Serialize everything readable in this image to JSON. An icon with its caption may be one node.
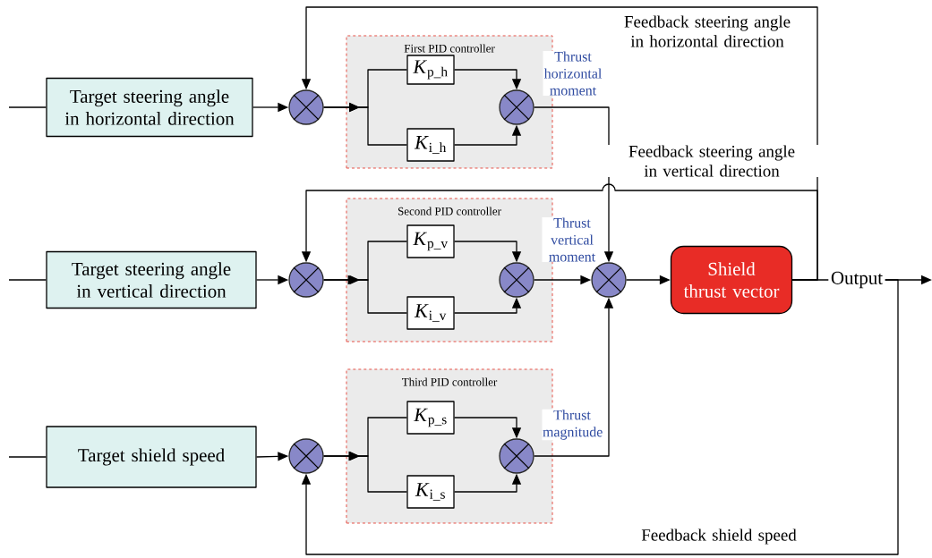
{
  "diagram": {
    "nodes": [
      {
        "text": [
          "Target steering angle in horizontal direction"
        ]
      },
      {
        "text": [],
        "shape": "circle"
      },
      {
        "text": [
          "First PID controller"
        ]
      },
      {
        "text": [
          "*K*$_{p_h}$"
        ],
        "in": 2
      },
      {
        "text": [
          "*K*$_{i_h}$"
        ],
        "in": 2
      },
      {
        "text": [],
        "shape": "circle",
        "in": 2
      },
      {
        "text": [
          "Target steering angle in vertical direction"
        ]
      },
      {
        "text": [],
        "shape": "circle"
      },
      {
        "text": [
          "Second PID controller"
        ]
      },
      {
        "text": [
          "*K*$_{p_v}$"
        ],
        "in": 8
      },
      {
        "text": [
          "*K*$_{i_v}$"
        ],
        "in": 8
      },
      {
        "text": [],
        "shape": "circle",
        "in": 8
      },
      {
        "text": [
          "Target shield speed"
        ]
      },
      {
        "text": [],
        "shape": "circle"
      },
      {
        "text": [
          "Third PID controller"
        ]
      },
      {
        "text": [
          "*K*$_{p_s}$"
        ],
        "in": 14
      },
      {
        "text": [
          "*K*$_{i_s}$"
        ],
        "in": 14
      },
      {
        "text": [],
        "shape": "circle",
        "in": 14
      },
      {
        "text": [],
        "shape": "circle"
      },
      {
        "text": [
          "Shield thrust vector"
        ]
      },
      {
        "text": [
          "Output"
        ]
      }
    ],
    "edges": [
      {
        "from": null,
        "to": 0,
        "arrow": "none"
      },
      {
        "from": 0,
        "to": 1,
        "arrow": "to"
      },
      {
        "from": 1,
        "to": 3,
        "arrow": "to"
      },
      {
        "from": 1,
        "to": 4,
        "arrow": "to"
      },
      {
        "from": 3,
        "to": 5,
        "arrow": "to"
      },
      {
        "from": 4,
        "to": 5,
        "arrow": "to"
      },
      {
        "from": 5,
        "to": 18,
        "arrow": "to",
        "label": "Thrust horizontal moment"
      },
      {
        "from": null,
        "to": 6,
        "arrow": "none"
      },
      {
        "from": 6,
        "to": 7,
        "arrow": "to"
      },
      {
        "from": 7,
        "to": 9,
        "arrow": "to"
      },
      {
        "from": 7,
        "to": 10,
        "arrow": "to"
      },
      {
        "from": 9,
        "to": 11,
        "arrow": "to"
      },
      {
        "from": 10,
        "to": 11,
        "arrow": "to"
      },
      {
        "from": 11,
        "to": 18,
        "arrow": "to",
        "label": "Thrust vertical moment"
      },
      {
        "from": null,
        "to": 12,
        "arrow": "none"
      },
      {
        "from": 12,
        "to": 13,
        "arrow": "to"
      },
      {
        "from": 13,
        "to": 15,
        "arrow": "to"
      },
      {
        "from": 13,
        "to": 16,
        "arrow": "to"
      },
      {
        "from": 15,
        "to": 17,
        "arrow": "to"
      },
      {
        "from": 16,
        "to": 17,
        "arrow": "to"
      },
      {
        "from": 17,
        "to": 18,
        "arrow": "to",
        "label": "Thrust magnitude"
      },
      {
        "from": 18,
        "to": 19,
        "arrow": "to"
      },
      {
        "from": 19,
        "to": 20,
        "arrow": "none"
      },
      {
        "from": 20,
        "to": null,
        "arrow": "to"
      },
      {
        "from": 19,
        "to": 1,
        "arrow": "to",
        "label": "Feedback steering angle in horizontal direction"
      },
      {
        "from": 19,
        "to": 7,
        "arrow": "to",
        "label": "Feedback steering angle in vertical direction"
      },
      {
        "from": 20,
        "to": 13,
        "arrow": "to",
        "label": "Feedback shield speed"
      }
    ]
  }
}
